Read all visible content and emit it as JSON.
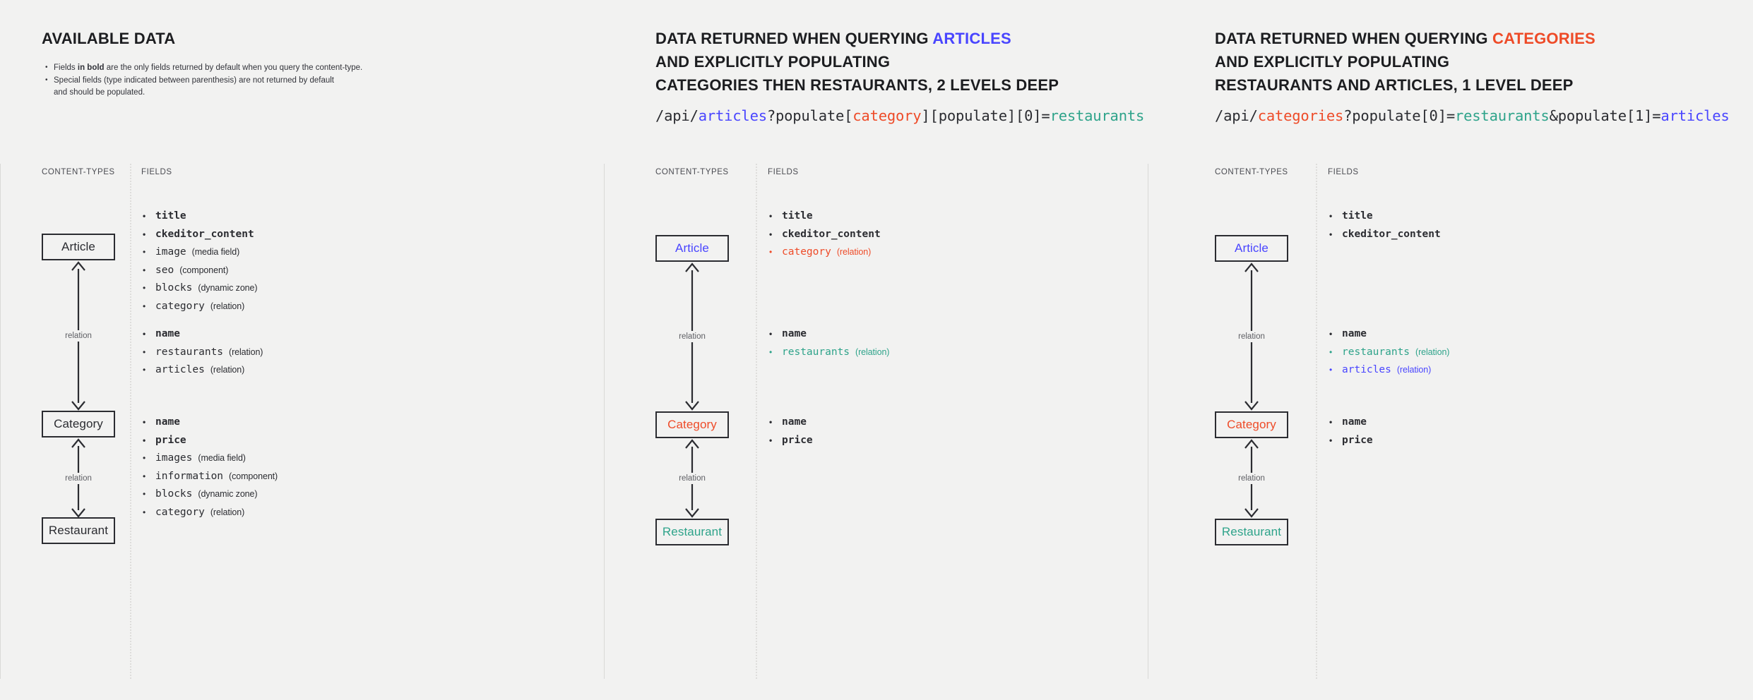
{
  "colors": {
    "background": "#f2f2f1",
    "text": "#2b2c31",
    "blue": "#4945ff",
    "red": "#ee4b28",
    "teal": "#2ea38a",
    "muted": "#5d5e63"
  },
  "labels": {
    "content_types": "CONTENT-TYPES",
    "fields": "FIELDS",
    "relation": "relation"
  },
  "columns": [
    {
      "id": "available-data",
      "heading": {
        "prefix": "AVAILABLE DATA",
        "accent": "",
        "accent_color": "",
        "lines": []
      },
      "notes": [
        {
          "lead": "Fields ",
          "bold": "in bold",
          "rest": " are the only fields returned by default when you query the content-type."
        },
        {
          "lead": "Special fields (type indicated between parenthesis) are not returned by default",
          "bold": "",
          "rest": ""
        },
        {
          "lead": "and should be populated.",
          "bold": "",
          "rest": "",
          "continuation": true
        }
      ],
      "api_url": null,
      "entities": [
        {
          "name": "Article",
          "color": ""
        },
        {
          "name": "Category",
          "color": ""
        },
        {
          "name": "Restaurant",
          "color": ""
        }
      ],
      "field_groups": [
        [
          {
            "name": "title",
            "type": "",
            "bold": true,
            "color": ""
          },
          {
            "name": "ckeditor_content",
            "type": "",
            "bold": true,
            "color": ""
          },
          {
            "name": "image",
            "type": "(media field)",
            "bold": false,
            "color": ""
          },
          {
            "name": "seo",
            "type": "(component)",
            "bold": false,
            "color": ""
          },
          {
            "name": "blocks",
            "type": "(dynamic zone)",
            "bold": false,
            "color": ""
          },
          {
            "name": "category",
            "type": "(relation)",
            "bold": false,
            "color": ""
          }
        ],
        [
          {
            "name": "name",
            "type": "",
            "bold": true,
            "color": ""
          },
          {
            "name": "restaurants",
            "type": "(relation)",
            "bold": false,
            "color": ""
          },
          {
            "name": "articles",
            "type": "(relation)",
            "bold": false,
            "color": ""
          }
        ],
        [
          {
            "name": "name",
            "type": "",
            "bold": true,
            "color": ""
          },
          {
            "name": "price",
            "type": "",
            "bold": true,
            "color": ""
          },
          {
            "name": "images",
            "type": "(media field)",
            "bold": false,
            "color": ""
          },
          {
            "name": "information",
            "type": "(component)",
            "bold": false,
            "color": ""
          },
          {
            "name": "blocks",
            "type": "(dynamic zone)",
            "bold": false,
            "color": ""
          },
          {
            "name": "category",
            "type": "(relation)",
            "bold": false,
            "color": ""
          }
        ]
      ]
    },
    {
      "id": "query-articles",
      "heading": {
        "line1_prefix": "DATA RETURNED WHEN QUERYING ",
        "line1_accent": "ARTICLES",
        "line1_accent_color": "blue",
        "line2": "AND EXPLICITLY POPULATING",
        "line3": "CATEGORIES THEN RESTAURANTS, 2 LEVELS DEEP"
      },
      "api_url": [
        {
          "t": "/api/",
          "c": ""
        },
        {
          "t": "articles",
          "c": "blue"
        },
        {
          "t": "?populate[",
          "c": ""
        },
        {
          "t": "category",
          "c": "red"
        },
        {
          "t": "][populate][0]=",
          "c": ""
        },
        {
          "t": "restaurants",
          "c": "teal"
        }
      ],
      "entities": [
        {
          "name": "Article",
          "color": "blue"
        },
        {
          "name": "Category",
          "color": "red"
        },
        {
          "name": "Restaurant",
          "color": "teal"
        }
      ],
      "field_groups": [
        [
          {
            "name": "title",
            "type": "",
            "bold": true,
            "color": ""
          },
          {
            "name": "ckeditor_content",
            "type": "",
            "bold": true,
            "color": ""
          },
          {
            "name": "category",
            "type": "(relation)",
            "bold": false,
            "color": "red"
          }
        ],
        [
          {
            "name": "name",
            "type": "",
            "bold": true,
            "color": ""
          },
          {
            "name": "restaurants",
            "type": "(relation)",
            "bold": false,
            "color": "teal"
          }
        ],
        [
          {
            "name": "name",
            "type": "",
            "bold": true,
            "color": ""
          },
          {
            "name": "price",
            "type": "",
            "bold": true,
            "color": ""
          }
        ]
      ]
    },
    {
      "id": "query-categories",
      "heading": {
        "line1_prefix": "DATA RETURNED WHEN QUERYING ",
        "line1_accent": "CATEGORIES",
        "line1_accent_color": "red",
        "line2": "AND EXPLICITLY POPULATING",
        "line3": "RESTAURANTS AND ARTICLES, 1 LEVEL DEEP"
      },
      "api_url": [
        {
          "t": "/api/",
          "c": ""
        },
        {
          "t": "categories",
          "c": "red"
        },
        {
          "t": "?populate[0]=",
          "c": ""
        },
        {
          "t": "restaurants",
          "c": "teal"
        },
        {
          "t": "&populate[1]=",
          "c": ""
        },
        {
          "t": "articles",
          "c": "blue"
        }
      ],
      "entities": [
        {
          "name": "Article",
          "color": "blue"
        },
        {
          "name": "Category",
          "color": "red"
        },
        {
          "name": "Restaurant",
          "color": "teal"
        }
      ],
      "field_groups": [
        [
          {
            "name": "title",
            "type": "",
            "bold": true,
            "color": ""
          },
          {
            "name": "ckeditor_content",
            "type": "",
            "bold": true,
            "color": ""
          }
        ],
        [
          {
            "name": "name",
            "type": "",
            "bold": true,
            "color": ""
          },
          {
            "name": "restaurants",
            "type": "(relation)",
            "bold": false,
            "color": "teal"
          },
          {
            "name": "articles",
            "type": "(relation)",
            "bold": false,
            "color": "blue"
          }
        ],
        [
          {
            "name": "name",
            "type": "",
            "bold": true,
            "color": ""
          },
          {
            "name": "price",
            "type": "",
            "bold": true,
            "color": ""
          }
        ]
      ]
    }
  ]
}
